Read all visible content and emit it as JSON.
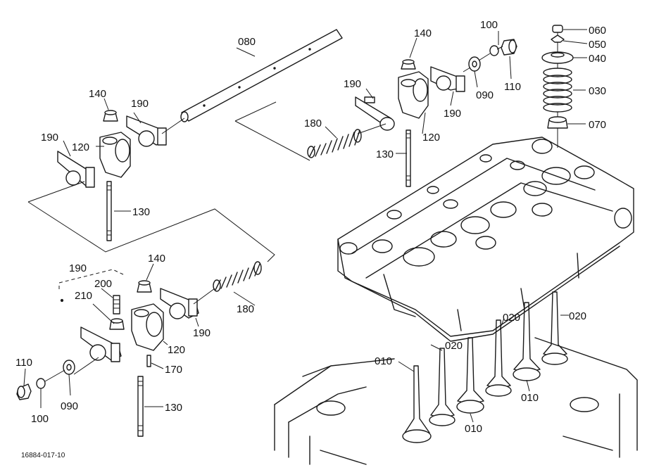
{
  "diagram_code": "16884-017-10",
  "callouts": {
    "shaft_080": "080",
    "keeper_060": "060",
    "collet_050": "050",
    "retainer_040": "040",
    "spring_030": "030",
    "seal_070": "070",
    "washer_100_top": "100",
    "plug_110_top": "110",
    "washer_090_top": "090",
    "nut_140_top_center": "140",
    "arm_190_top_center_a": "190",
    "arm_190_top_center_b": "190",
    "spring_180_top": "180",
    "bracket_120_top_center": "120",
    "stud_130_top_center": "130",
    "nut_140_top_left": "140",
    "arm_190_top_left_a": "190",
    "arm_190_top_left_b": "190",
    "bracket_120_top_left": "120",
    "stud_130_top_left": "130",
    "arm_190_bottom_group": "190",
    "screw_200": "200",
    "nut_210": "210",
    "nut_140_bottom": "140",
    "spring_180_bottom": "180",
    "arm_190_bottom_right": "190",
    "bracket_120_bottom": "120",
    "pin_170": "170",
    "stud_130_bottom": "130",
    "plug_110_bottom": "110",
    "washer_100_bottom": "100",
    "washer_090_bottom": "090",
    "valve_010_a": "010",
    "valve_010_b": "010",
    "valve_010_c": "010",
    "valve_020_a": "020",
    "valve_020_b": "020",
    "valve_020_c": "020"
  }
}
